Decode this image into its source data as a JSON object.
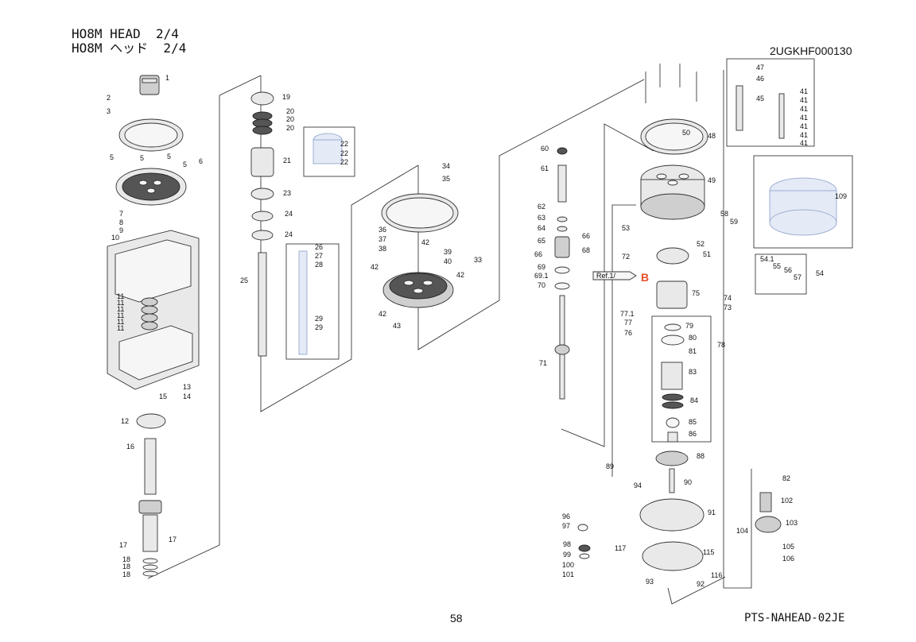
{
  "header": {
    "title_en": "HO8M HEAD  2/4",
    "title_jp": "HO8M ヘッド  2/4",
    "doc_number": "2UGKHF000130"
  },
  "footer": {
    "page_number": "58",
    "pts_code": "PTS-NAHEAD-02JE"
  },
  "reference": {
    "label": "Ref.1/",
    "letter": "B"
  },
  "callouts": [
    {
      "n": "1"
    },
    {
      "n": "2"
    },
    {
      "n": "3"
    },
    {
      "n": "5"
    },
    {
      "n": "5"
    },
    {
      "n": "5"
    },
    {
      "n": "5"
    },
    {
      "n": "6"
    },
    {
      "n": "7"
    },
    {
      "n": "8"
    },
    {
      "n": "9"
    },
    {
      "n": "10"
    },
    {
      "n": "11"
    },
    {
      "n": "11"
    },
    {
      "n": "11"
    },
    {
      "n": "11"
    },
    {
      "n": "11"
    },
    {
      "n": "11"
    },
    {
      "n": "13"
    },
    {
      "n": "14"
    },
    {
      "n": "15"
    },
    {
      "n": "12"
    },
    {
      "n": "16"
    },
    {
      "n": "17"
    },
    {
      "n": "17"
    },
    {
      "n": "18"
    },
    {
      "n": "18"
    },
    {
      "n": "18"
    },
    {
      "n": "19"
    },
    {
      "n": "20"
    },
    {
      "n": "20"
    },
    {
      "n": "20"
    },
    {
      "n": "21"
    },
    {
      "n": "22"
    },
    {
      "n": "22"
    },
    {
      "n": "22"
    },
    {
      "n": "23"
    },
    {
      "n": "24"
    },
    {
      "n": "24"
    },
    {
      "n": "25"
    },
    {
      "n": "26"
    },
    {
      "n": "27"
    },
    {
      "n": "28"
    },
    {
      "n": "29"
    },
    {
      "n": "29"
    },
    {
      "n": "34"
    },
    {
      "n": "35"
    },
    {
      "n": "36"
    },
    {
      "n": "37"
    },
    {
      "n": "38"
    },
    {
      "n": "42"
    },
    {
      "n": "39"
    },
    {
      "n": "40"
    },
    {
      "n": "33"
    },
    {
      "n": "42"
    },
    {
      "n": "42"
    },
    {
      "n": "42"
    },
    {
      "n": "43"
    },
    {
      "n": "60"
    },
    {
      "n": "61"
    },
    {
      "n": "62"
    },
    {
      "n": "63"
    },
    {
      "n": "64"
    },
    {
      "n": "65"
    },
    {
      "n": "66"
    },
    {
      "n": "66"
    },
    {
      "n": "68"
    },
    {
      "n": "69"
    },
    {
      "n": "69.1"
    },
    {
      "n": "70"
    },
    {
      "n": "71"
    },
    {
      "n": "47"
    },
    {
      "n": "46"
    },
    {
      "n": "45"
    },
    {
      "n": "41"
    },
    {
      "n": "41"
    },
    {
      "n": "41"
    },
    {
      "n": "41"
    },
    {
      "n": "41"
    },
    {
      "n": "41"
    },
    {
      "n": "41"
    },
    {
      "n": "48"
    },
    {
      "n": "50"
    },
    {
      "n": "49"
    },
    {
      "n": "109"
    },
    {
      "n": "53"
    },
    {
      "n": "58"
    },
    {
      "n": "59"
    },
    {
      "n": "52"
    },
    {
      "n": "51"
    },
    {
      "n": "54.1"
    },
    {
      "n": "55"
    },
    {
      "n": "56"
    },
    {
      "n": "57"
    },
    {
      "n": "54"
    },
    {
      "n": "72"
    },
    {
      "n": "75"
    },
    {
      "n": "74"
    },
    {
      "n": "73"
    },
    {
      "n": "77.1"
    },
    {
      "n": "77"
    },
    {
      "n": "76"
    },
    {
      "n": "79"
    },
    {
      "n": "80"
    },
    {
      "n": "81"
    },
    {
      "n": "78"
    },
    {
      "n": "83"
    },
    {
      "n": "84"
    },
    {
      "n": "85"
    },
    {
      "n": "86"
    },
    {
      "n": "88"
    },
    {
      "n": "89"
    },
    {
      "n": "90"
    },
    {
      "n": "94"
    },
    {
      "n": "91"
    },
    {
      "n": "96"
    },
    {
      "n": "97"
    },
    {
      "n": "98"
    },
    {
      "n": "99"
    },
    {
      "n": "100"
    },
    {
      "n": "101"
    },
    {
      "n": "117"
    },
    {
      "n": "115"
    },
    {
      "n": "116"
    },
    {
      "n": "93"
    },
    {
      "n": "92"
    },
    {
      "n": "82"
    },
    {
      "n": "102"
    },
    {
      "n": "103"
    },
    {
      "n": "104"
    },
    {
      "n": "105"
    },
    {
      "n": "106"
    }
  ]
}
